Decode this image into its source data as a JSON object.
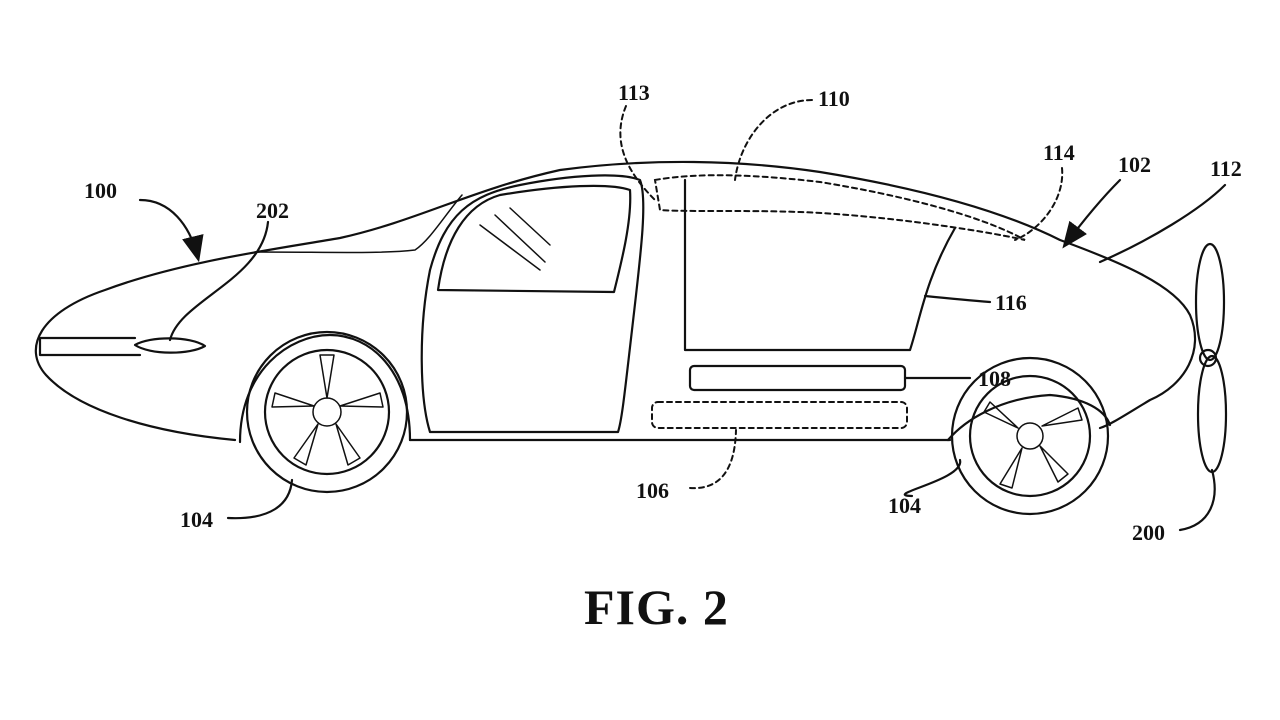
{
  "figure": {
    "caption": "FIG. 2"
  },
  "reference_numerals": {
    "vehicle": "100",
    "rear_body": "102",
    "front_wheel": "104",
    "rear_wheel": "104",
    "battery": "106",
    "side_panel": "108",
    "wing_stowed": "110",
    "propeller": "112",
    "roof_cavity_front": "113",
    "roof_cavity_rear": "114",
    "rear_door_edge": "116",
    "propeller_hub": "200",
    "side_intake": "202"
  }
}
